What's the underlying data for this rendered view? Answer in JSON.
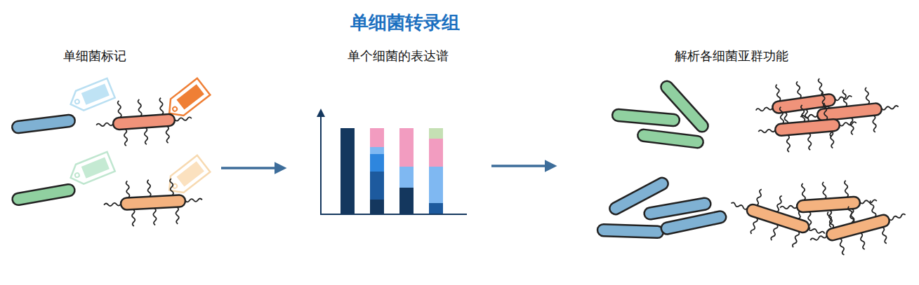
{
  "diagram": {
    "title": "单细菌转录组",
    "labels": [
      "单细菌标记",
      "单个细菌的表达谱",
      "解析各细菌亚群功能"
    ]
  }
}
